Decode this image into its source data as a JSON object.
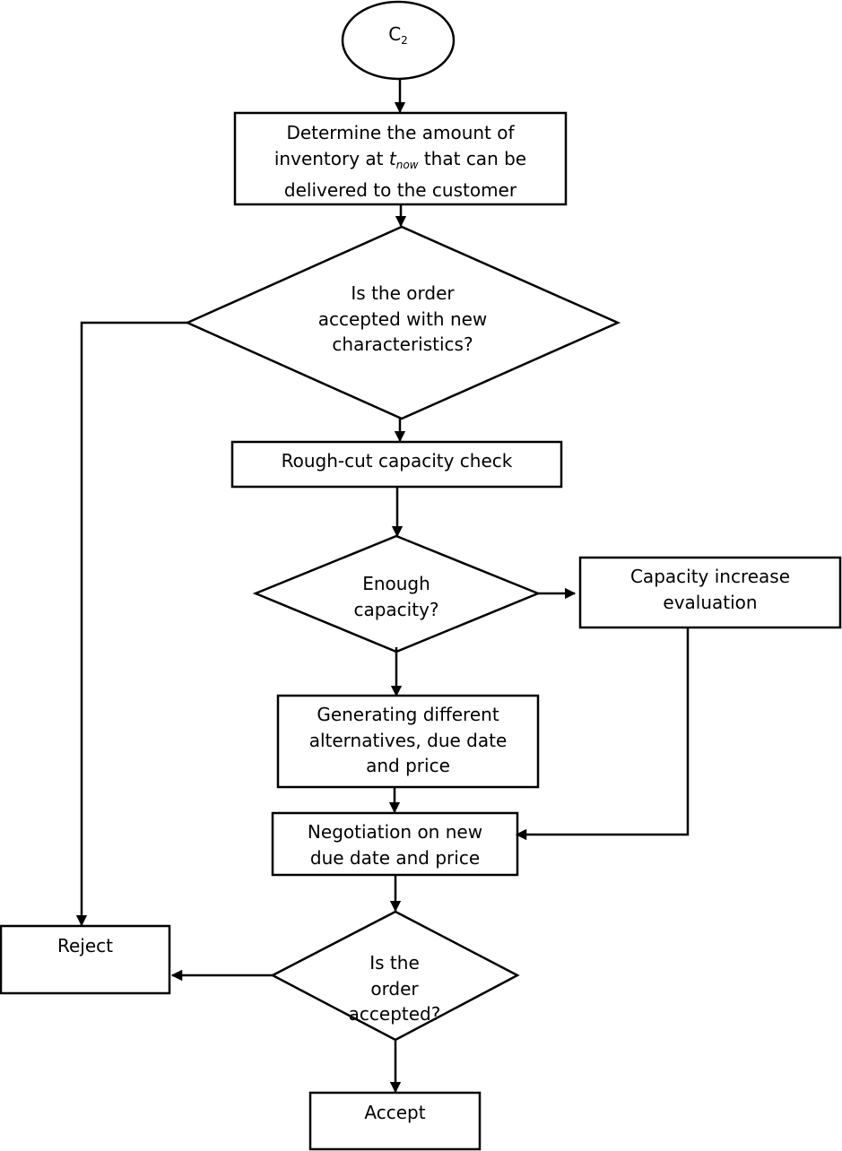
{
  "start_node": {
    "letter": "C",
    "subscript": "2"
  },
  "determine_box": {
    "line1": "Determine the amount of",
    "line2_before": "inventory at ",
    "line2_var": "t",
    "line2_var_sub": "now",
    "line2_after": " that can be",
    "line3": "delivered to the customer"
  },
  "decision_new_characteristics": {
    "line1": "Is the order",
    "line2": "accepted with new",
    "line3": "characteristics?"
  },
  "rough_cut_box": {
    "line1": "Rough-cut capacity check"
  },
  "decision_capacity": {
    "line1": "Enough",
    "line2": "capacity?"
  },
  "capacity_increase_box": {
    "line1": "Capacity increase",
    "line2": "evaluation"
  },
  "alternatives_box": {
    "line1": "Generating different",
    "line2": "alternatives, due date",
    "line3": "and price"
  },
  "negotiation_box": {
    "line1": "Negotiation on new",
    "line2": "due date and price"
  },
  "decision_accepted": {
    "line1": "Is the",
    "line2": "order",
    "line3": "accepted?"
  },
  "reject_box": {
    "line1": "Reject"
  },
  "accept_box": {
    "line1": "Accept"
  }
}
